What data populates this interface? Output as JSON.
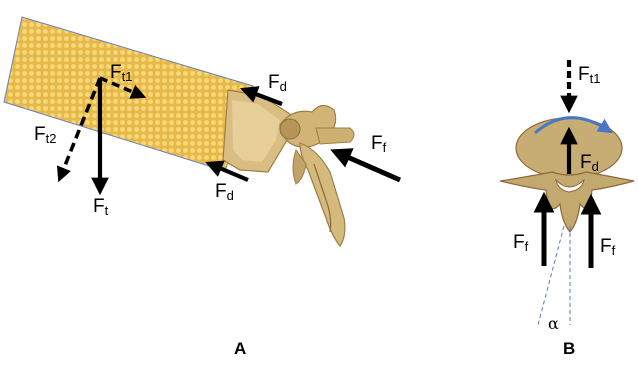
{
  "panel_a": {
    "label": "A",
    "forces": {
      "ft1": {
        "main": "F",
        "sub": "t1"
      },
      "ft2": {
        "main": "F",
        "sub": "t2"
      },
      "ft": {
        "main": "F",
        "sub": "t"
      },
      "fd_top": {
        "main": "F",
        "sub": "d"
      },
      "fd_bottom": {
        "main": "F",
        "sub": "d"
      },
      "ff": {
        "main": "F",
        "sub": "f"
      }
    }
  },
  "panel_b": {
    "label": "B",
    "forces": {
      "ft1": {
        "main": "F",
        "sub": "t1"
      },
      "fd": {
        "main": "F",
        "sub": "d"
      },
      "ff_left": {
        "main": "F",
        "sub": "f"
      },
      "ff_right": {
        "main": "F",
        "sub": "f"
      }
    },
    "angle": "α"
  },
  "colors": {
    "beam_fill": "#e9bc50",
    "beam_dot": "#f8dc7a",
    "bone": "#c9ae76",
    "bone_dark": "#8c6a3c",
    "rotation_arrow": "#4a76c8",
    "axis_dash": "#5577cc"
  }
}
